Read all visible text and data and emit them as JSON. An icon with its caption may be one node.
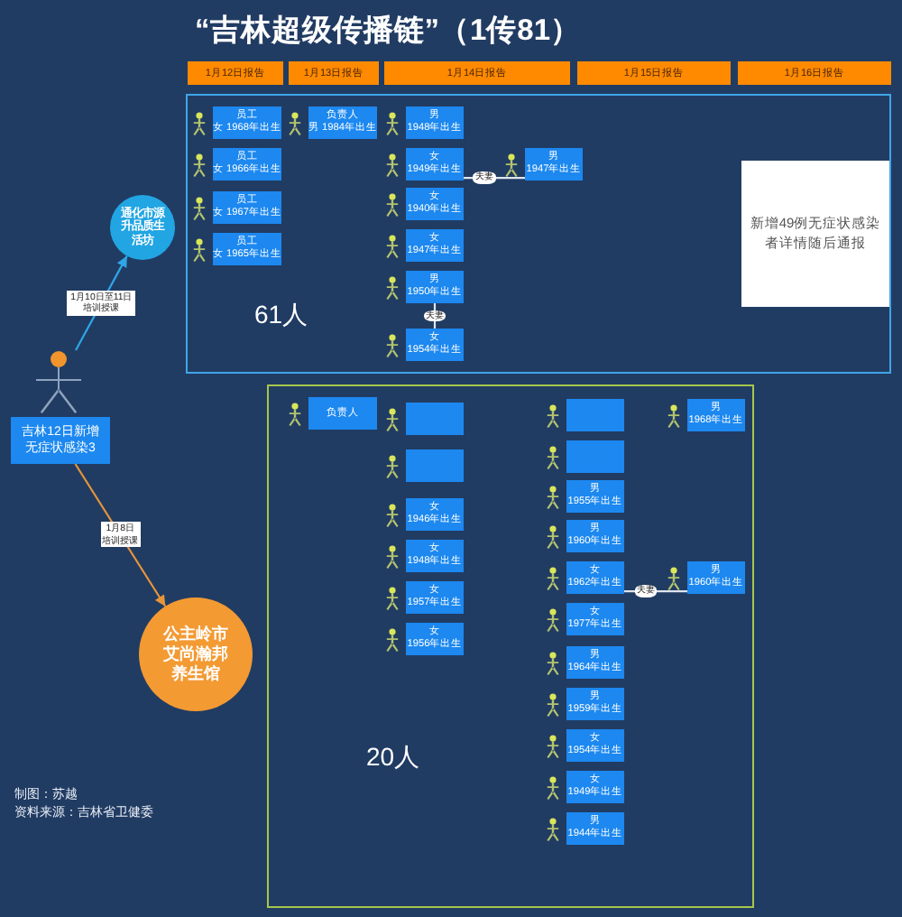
{
  "diagram": {
    "title": "“吉林超级传播链”（1传81）",
    "nodes": [
      {
        "text": [
          "1月12日报告"
        ]
      },
      {
        "text": [
          "1月13日报告"
        ]
      },
      {
        "text": [
          "1月14日报告"
        ]
      },
      {
        "text": [
          "1月15日报告"
        ]
      },
      {
        "text": [
          "1月16日报告"
        ]
      },
      {
        "text": [
          "61人"
        ]
      },
      {
        "text": [
          "员工",
          "女 1968年出生"
        ],
        "in": 5
      },
      {
        "text": [
          "员工",
          "女 1966年出生"
        ],
        "in": 5
      },
      {
        "text": [
          "员工",
          "女 1967年出生"
        ],
        "in": 5
      },
      {
        "text": [
          "员工",
          "女 1965年出生"
        ],
        "in": 5
      },
      {
        "text": [
          "负责人",
          "男 1984年出生"
        ],
        "in": 5
      },
      {
        "text": [
          "男",
          "1948年出生"
        ],
        "in": 5
      },
      {
        "text": [
          "女",
          "1949年出生"
        ],
        "in": 5
      },
      {
        "text": [
          "女",
          "1940年出生"
        ],
        "in": 5
      },
      {
        "text": [
          "女",
          "1947年出生"
        ],
        "in": 5
      },
      {
        "text": [
          "男",
          "1950年出生"
        ],
        "in": 5
      },
      {
        "text": [
          "女",
          "1954年出生"
        ],
        "in": 5
      },
      {
        "text": [
          "男",
          "1947年出生"
        ],
        "in": 5
      },
      {
        "text": [
          "新增49例无症状感染者详情随后通报"
        ],
        "in": 5
      },
      {
        "text": [
          "通化市源升品质生活坊"
        ]
      },
      {
        "text": [],
        "shape": "person"
      },
      {
        "text": [
          "吉林12日新增无症状感染3"
        ]
      },
      {
        "text": [
          "公主岭市艾尚瀚邦养生馆"
        ]
      },
      {
        "text": [
          "20人"
        ]
      },
      {
        "text": [
          "负责人"
        ],
        "in": 23
      },
      {
        "text": [],
        "shape": "box",
        "in": 23
      },
      {
        "text": [],
        "shape": "box",
        "in": 23
      },
      {
        "text": [
          "女",
          "1946年出生"
        ],
        "in": 23
      },
      {
        "text": [
          "女",
          "1948年出生"
        ],
        "in": 23
      },
      {
        "text": [
          "女",
          "1957年出生"
        ],
        "in": 23
      },
      {
        "text": [
          "女",
          "1956年出生"
        ],
        "in": 23
      },
      {
        "text": [],
        "shape": "box",
        "in": 23
      },
      {
        "text": [],
        "shape": "box",
        "in": 23
      },
      {
        "text": [
          "男",
          "1955年出生"
        ],
        "in": 23
      },
      {
        "text": [
          "男",
          "1960年出生"
        ],
        "in": 23
      },
      {
        "text": [
          "女",
          "1962年出生"
        ],
        "in": 23
      },
      {
        "text": [
          "女",
          "1977年出生"
        ],
        "in": 23
      },
      {
        "text": [
          "男",
          "1964年出生"
        ],
        "in": 23
      },
      {
        "text": [
          "男",
          "1959年出生"
        ],
        "in": 23
      },
      {
        "text": [
          "女",
          "1954年出生"
        ],
        "in": 23
      },
      {
        "text": [
          "女",
          "1949年出生"
        ],
        "in": 23
      },
      {
        "text": [
          "男",
          "1944年出生"
        ],
        "in": 23
      },
      {
        "text": [
          "男",
          "1960年出生"
        ],
        "in": 23
      },
      {
        "text": [
          "男",
          "1968年出生"
        ],
        "in": 23
      }
    ],
    "edges": [
      {
        "from": 20,
        "to": 19,
        "label": "1月10日至11日培训授课",
        "arrow": "to",
        "color": "#2ea6e8"
      },
      {
        "from": 21,
        "to": 22,
        "label": "1月8日培训授课",
        "arrow": "to",
        "color": "#e8953a"
      },
      {
        "from": 12,
        "to": 17,
        "label": "夫妻",
        "arrow": "none"
      },
      {
        "from": 15,
        "to": 16,
        "label": "夫妻",
        "arrow": "none"
      },
      {
        "from": 35,
        "to": 42,
        "label": "夫妻",
        "arrow": "none"
      }
    ],
    "labels": [
      "制图：苏越",
      "资料来源：吉林省卫健委"
    ]
  }
}
